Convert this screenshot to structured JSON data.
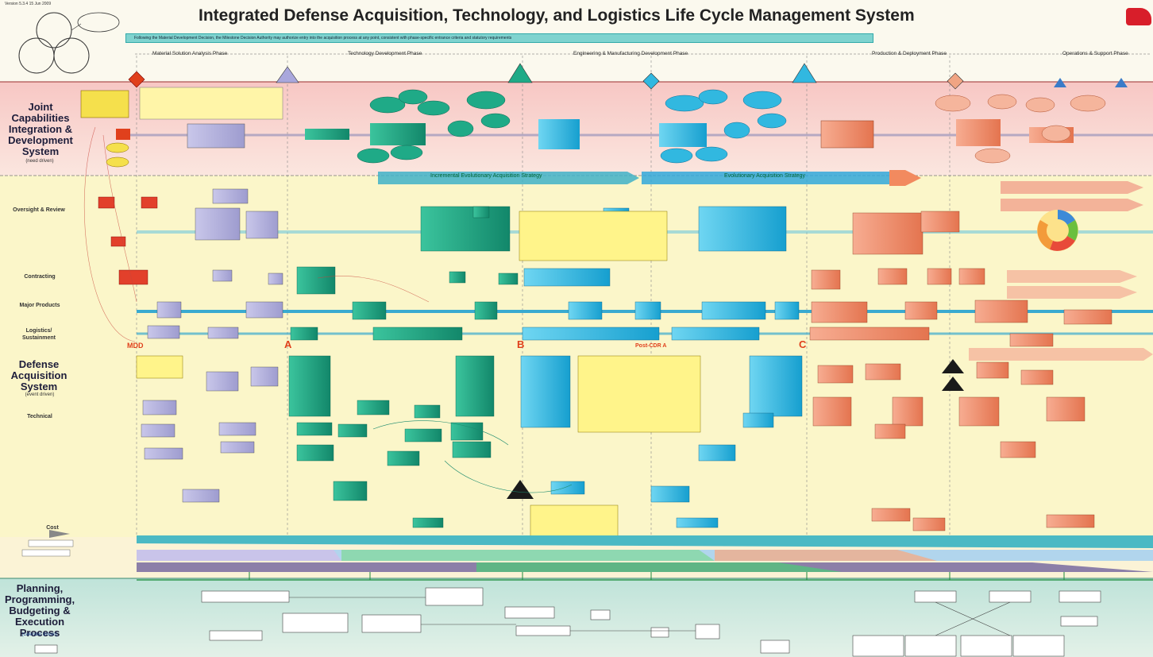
{
  "title": "Integrated Defense Acquisition, Technology, and Logistics Life Cycle Management System",
  "version_note": "Version 5.3.4 15 Jun 2009",
  "banner_text": "Following the Material Development Decision, the Milestone Decision Authority may authorize entry into the acquisition process at any point, consistent with phase-specific entrance criteria and statutory requirements",
  "phases": [
    "Material Solution Analysis Phase",
    "Technology Development Phase",
    "Engineering & Manufacturing Development Phase",
    "Production & Deployment Phase",
    "Operations & Support Phase"
  ],
  "milestones": [
    "MDD",
    "A",
    "B",
    "C"
  ],
  "post_cdr_label": "Post-CDR A",
  "rows": {
    "jcids": "Joint Capabilities Integration & Development System",
    "jcids_sub": "(need driven)",
    "oversight": "Oversight & Review",
    "contracting": "Contracting",
    "major_products": "Major Products",
    "logistics": "Logistics/ Sustainment",
    "das": "Defense Acquisition System",
    "das_sub": "(event driven)",
    "technical": "Technical",
    "cost": "Cost",
    "ppbe": "Planning, Programming, Budgeting & Execution Process",
    "ppbe_sub": "(calendar driven)"
  },
  "strategies": {
    "incremental": "Incremental Evolutionary Acquisition Strategy",
    "evolutionary": "Evolutionary Acquisition Strategy"
  },
  "colors": {
    "msa": "#b7b5de",
    "td": "#1faa87",
    "emd": "#31b8e0",
    "pd": "#f08b6a",
    "jcids_band": "#f7c7c4",
    "das_band": "#fbf6c9",
    "ppbe_band": "#c6e6dc",
    "milestone": "#e0401c",
    "logo": "#d81e2a"
  }
}
